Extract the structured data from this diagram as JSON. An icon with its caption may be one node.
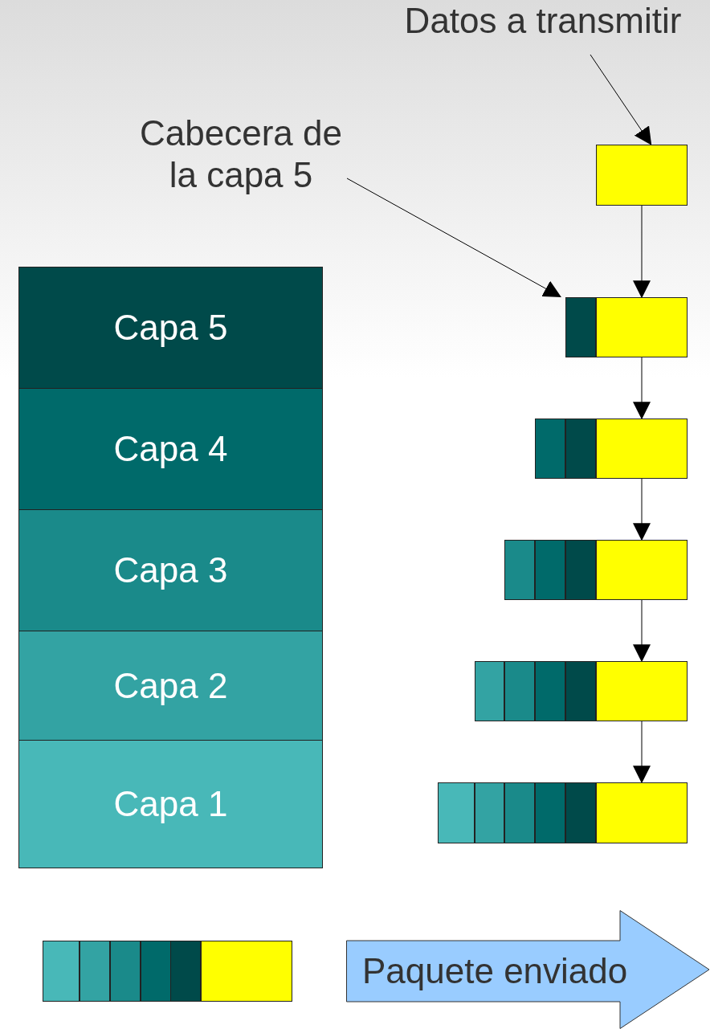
{
  "diagram": {
    "nodes": [
      {
        "text": [
          "Datos a transmitir"
        ]
      },
      {
        "text": [
          "Cabecera de la capa 5"
        ]
      },
      {
        "text": [],
        "shape": "box"
      },
      {
        "text": [],
        "shape": "box"
      },
      {
        "text": [],
        "shape": "box"
      },
      {
        "text": [],
        "shape": "box"
      },
      {
        "text": [],
        "shape": "box"
      },
      {
        "text": [],
        "shape": "box"
      },
      {
        "text": [],
        "shape": "box"
      },
      {
        "text": [],
        "shape": "box"
      },
      {
        "text": [],
        "shape": "box"
      },
      {
        "text": [],
        "shape": "box"
      },
      {
        "text": [],
        "shape": "box"
      },
      {
        "text": [],
        "shape": "box"
      },
      {
        "text": [],
        "shape": "box"
      },
      {
        "text": [],
        "shape": "box"
      },
      {
        "text": [],
        "shape": "box"
      },
      {
        "text": [],
        "shape": "box"
      },
      {
        "text": [],
        "shape": "box"
      },
      {
        "text": [],
        "shape": "box"
      },
      {
        "text": [],
        "shape": "box"
      },
      {
        "text": [],
        "shape": "box"
      },
      {
        "text": [],
        "shape": "box"
      },
      {
        "text": [
          "Capa 5"
        ]
      },
      {
        "text": [
          "Capa 4"
        ]
      },
      {
        "text": [
          "Capa 3"
        ]
      },
      {
        "text": [
          "Capa 2"
        ]
      },
      {
        "text": [
          "Capa 1"
        ]
      },
      {
        "text": [],
        "shape": "box"
      },
      {
        "text": [],
        "shape": "box"
      },
      {
        "text": [],
        "shape": "box"
      },
      {
        "text": [],
        "shape": "box"
      },
      {
        "text": [],
        "shape": "box"
      },
      {
        "text": [],
        "shape": "box"
      },
      {
        "text": [
          "Paquete enviado"
        ]
      }
    ],
    "edges": [
      {
        "from": 0,
        "to": 2,
        "arrow": "to"
      },
      {
        "from": 1,
        "to": 3,
        "arrow": "to"
      },
      {
        "from": 2,
        "to": 4,
        "arrow": "to"
      },
      {
        "from": 4,
        "to": 7,
        "arrow": "to"
      },
      {
        "from": 7,
        "to": 11,
        "arrow": "to"
      },
      {
        "from": 11,
        "to": 16,
        "arrow": "to"
      },
      {
        "from": 16,
        "to": 22,
        "arrow": "to"
      }
    ]
  }
}
